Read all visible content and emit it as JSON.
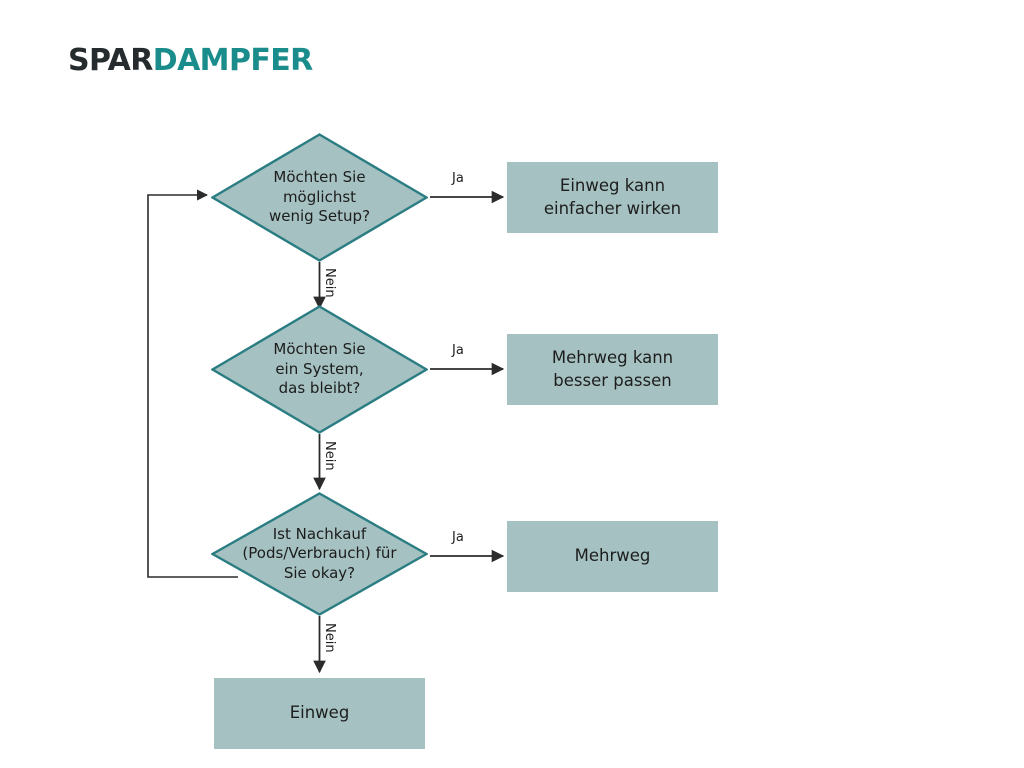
{
  "brand": {
    "logo_part_1": "SPAR",
    "logo_part_2": "DAMPFER",
    "color_dark": "#262b2e",
    "color_teal": "#1a8c8c"
  },
  "theme": {
    "background": "#ffffff",
    "node_fill": "#a5c1c1",
    "diamond_stroke": "#2a7d82",
    "connector_stroke": "#2b2b2b",
    "text_color": "#1d1d1d"
  },
  "flowchart": {
    "type": "decision-tree",
    "decisions": [
      {
        "id": "d1",
        "text": "Möchten Sie möglichst wenig Setup?",
        "lines": [
          "Möchten Sie",
          "möglichst",
          "wenig Setup?"
        ],
        "yes_label": "Ja",
        "no_label": "Nein",
        "yes_target": "o1",
        "no_target": "d2"
      },
      {
        "id": "d2",
        "text": "Möchten Sie ein System, das bleibt?",
        "lines": [
          "Möchten Sie",
          "ein System,",
          "das bleibt?"
        ],
        "yes_label": "Ja",
        "no_label": "Nein",
        "yes_target": "o2",
        "no_target": "d3"
      },
      {
        "id": "d3",
        "text": "Ist Nachkauf (Pods/Verbrauch) für Sie okay?",
        "lines": [
          "Ist Nachkauf",
          "(Pods/Verbrauch) für",
          "Sie okay?"
        ],
        "yes_label": "Ja",
        "no_label": "Nein",
        "yes_target": "o3",
        "no_target": "o4"
      }
    ],
    "outcomes": [
      {
        "id": "o1",
        "text": "Einweg kann einfacher wirken",
        "lines": [
          "Einweg kann",
          "einfacher wirken"
        ]
      },
      {
        "id": "o2",
        "text": "Mehrweg kann besser passen",
        "lines": [
          "Mehrweg kann",
          "besser passen"
        ]
      },
      {
        "id": "o3",
        "text": "Mehrweg",
        "lines": [
          "Mehrweg"
        ]
      },
      {
        "id": "o4",
        "text": "Einweg",
        "lines": [
          "Einweg"
        ]
      }
    ],
    "loopback": {
      "from": "d3",
      "to": "d1",
      "label": ""
    }
  },
  "labels": {
    "d1_yes": "Ja",
    "d1_no": "Nein",
    "d2_yes": "Ja",
    "d2_no": "Nein",
    "d3_yes": "Ja",
    "d3_no": "Nein"
  },
  "nodes": {
    "d1_l1": "Möchten Sie",
    "d1_l2": "möglichst",
    "d1_l3": "wenig Setup?",
    "d2_l1": "Möchten Sie",
    "d2_l2": "ein System,",
    "d2_l3": "das bleibt?",
    "d3_l1": "Ist Nachkauf",
    "d3_l2": "(Pods/Verbrauch) für",
    "d3_l3": "Sie okay?",
    "o1_l1": "Einweg kann",
    "o1_l2": "einfacher wirken",
    "o2_l1": "Mehrweg kann",
    "o2_l2": "besser passen",
    "o3_l1": "Mehrweg",
    "o4_l1": "Einweg"
  }
}
